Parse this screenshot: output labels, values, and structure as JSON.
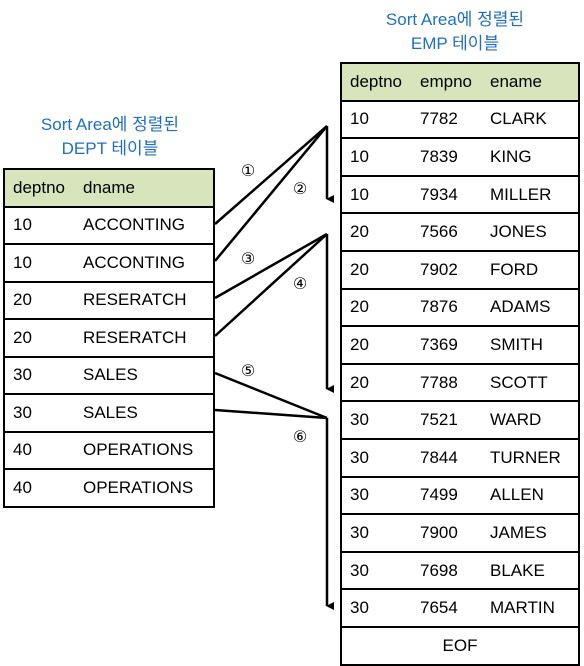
{
  "dept_caption": {
    "line1": "Sort Area에 정렬된",
    "line2": "DEPT 테이블"
  },
  "emp_caption": {
    "line1": "Sort Area에 정렬된",
    "line2": "EMP 테이블"
  },
  "dept": {
    "headers": [
      "deptno",
      "dname"
    ],
    "rows": [
      [
        "10",
        "ACCONTING"
      ],
      [
        "10",
        "ACCONTING"
      ],
      [
        "20",
        "RESERATCH"
      ],
      [
        "20",
        "RESERATCH"
      ],
      [
        "30",
        "SALES"
      ],
      [
        "30",
        "SALES"
      ],
      [
        "40",
        "OPERATIONS"
      ],
      [
        "40",
        "OPERATIONS"
      ]
    ]
  },
  "emp": {
    "headers": [
      "deptno",
      "empno",
      "ename"
    ],
    "rows": [
      [
        "10",
        "7782",
        "CLARK"
      ],
      [
        "10",
        "7839",
        "KING"
      ],
      [
        "10",
        "7934",
        "MILLER"
      ],
      [
        "20",
        "7566",
        "JONES"
      ],
      [
        "20",
        "7902",
        "FORD"
      ],
      [
        "20",
        "7876",
        "ADAMS"
      ],
      [
        "20",
        "7369",
        "SMITH"
      ],
      [
        "20",
        "7788",
        "SCOTT"
      ],
      [
        "30",
        "7521",
        "WARD"
      ],
      [
        "30",
        "7844",
        "TURNER"
      ],
      [
        "30",
        "7499",
        "ALLEN"
      ],
      [
        "30",
        "7900",
        "JAMES"
      ],
      [
        "30",
        "7698",
        "BLAKE"
      ],
      [
        "30",
        "7654",
        "MARTIN"
      ]
    ],
    "eof_label": "EOF"
  },
  "step_labels": [
    "①",
    "②",
    "③",
    "④",
    "⑤",
    "⑥"
  ]
}
